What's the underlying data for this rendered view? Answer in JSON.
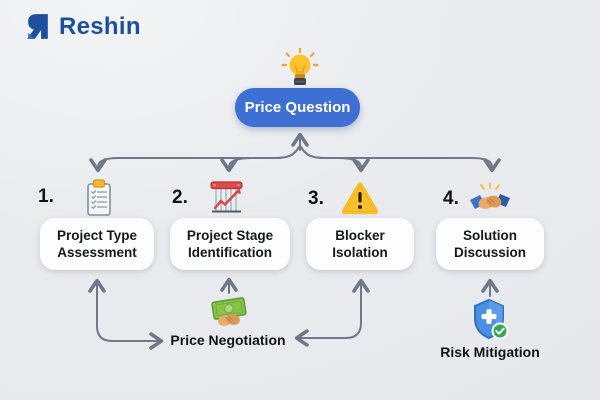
{
  "brand": {
    "name": "Reshin",
    "color": "#1d4f9e"
  },
  "root_node": {
    "label": "Price Question",
    "icon": "lightbulb-icon",
    "bg_color": "#3e6fd2",
    "text_color": "#ffffff"
  },
  "steps": [
    {
      "number": "1.",
      "icon": "clipboard-icon",
      "title_line1": "Project Type",
      "title_line2": "Assessment"
    },
    {
      "number": "2.",
      "icon": "stock-chart-icon",
      "title_line1": "Project Stage",
      "title_line2": "Identification"
    },
    {
      "number": "3.",
      "icon": "warning-icon",
      "title_line1": "Blocker",
      "title_line2": "Isolation"
    },
    {
      "number": "4.",
      "icon": "handshake-icon",
      "title_line1": "Solution",
      "title_line2": "Discussion"
    }
  ],
  "sub_nodes": [
    {
      "label": "Price Negotiation",
      "icon": "money-handshake-icon"
    },
    {
      "label": "Risk Mitigation",
      "icon": "shield-check-icon"
    }
  ],
  "connector_color": "#6e7889",
  "background_color": "#e9ebee"
}
